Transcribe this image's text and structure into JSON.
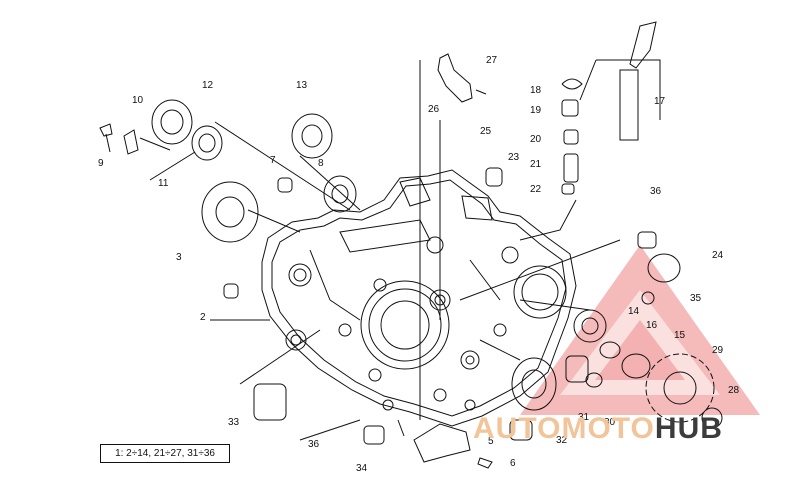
{
  "labels": [
    "2",
    "3",
    "5",
    "6",
    "7",
    "8",
    "9",
    "10",
    "11",
    "12",
    "13",
    "14",
    "15",
    "16",
    "17",
    "18",
    "19",
    "20",
    "21",
    "22",
    "23",
    "24",
    "25",
    "26",
    "27",
    "28",
    "29",
    "30",
    "31",
    "32",
    "33",
    "34",
    "35",
    "36",
    "36"
  ],
  "legend": "1: 2÷14, 21÷27, 31÷36",
  "watermark": {
    "part1": "AUTOMOTO",
    "part2": "HUB",
    "accent_color": "#e85a5a",
    "text_color": "#3c3c3c"
  }
}
